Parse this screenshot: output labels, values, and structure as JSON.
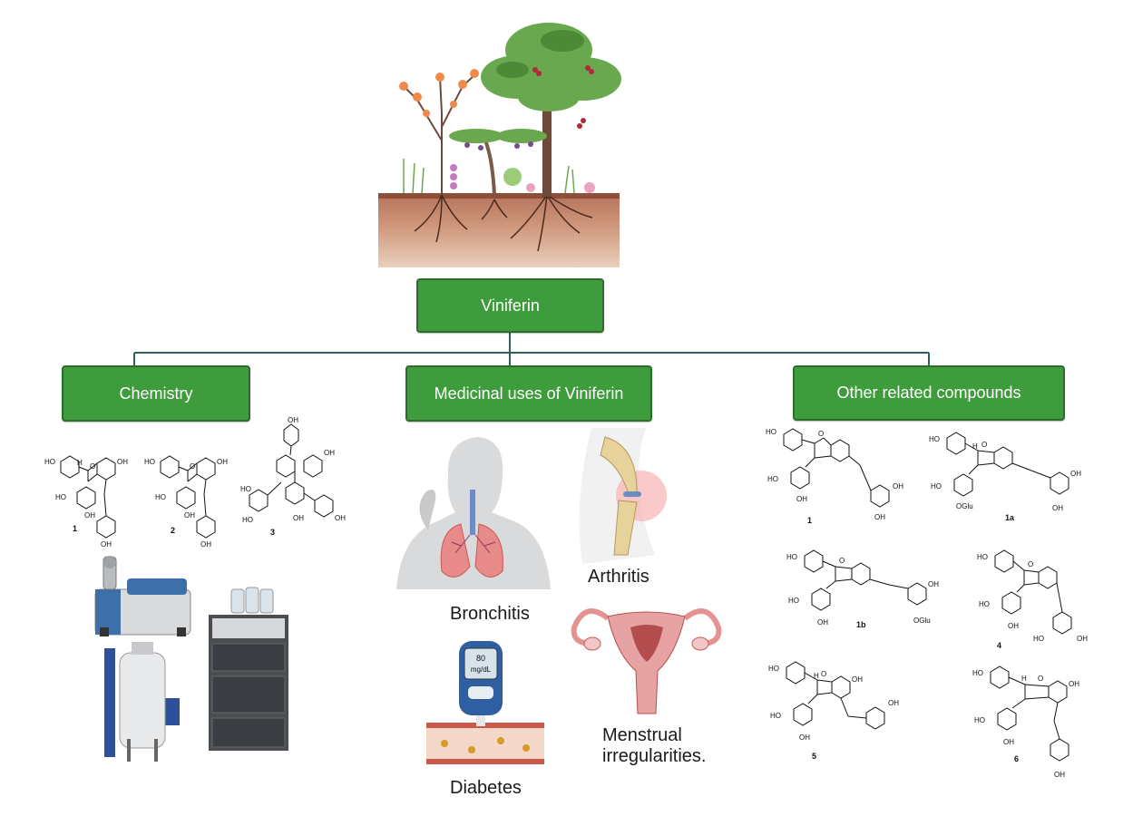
{
  "root": {
    "label": "Viniferin"
  },
  "branches": [
    {
      "label": "Chemistry"
    },
    {
      "label": "Medicinal uses of Viniferin"
    },
    {
      "label": "Other related compounds"
    }
  ],
  "medicinal_uses": {
    "bronchitis": "Bronchitis",
    "arthritis": "Arthritis",
    "diabetes": "Diabetes",
    "menstrual_line1": "Menstrual",
    "menstrual_line2": "irregularities."
  },
  "glucometer": {
    "value": "80",
    "unit": "mg/dL"
  },
  "chemistry_compound_labels": [
    "1",
    "2",
    "3"
  ],
  "related_compound_labels": [
    "1",
    "1a",
    "1b",
    "4",
    "5",
    "6"
  ],
  "chem_atoms": {
    "hydroxyl": "HO",
    "hydroxyl_r": "OH",
    "oxygen": "O",
    "hydrogen": "H",
    "glucoside": "OGlu"
  },
  "colors": {
    "box_fill": "#3f9c3c",
    "box_border": "#2c6d29",
    "connector": "#2f5f5f",
    "soil_top": "#c98a6e",
    "soil_bottom": "#e5c3ad"
  },
  "icons": [
    "plants-soil-illustration",
    "lab-instruments-icon",
    "lungs-person-icon",
    "knee-joint-icon",
    "glucometer-icon",
    "uterus-icon"
  ]
}
